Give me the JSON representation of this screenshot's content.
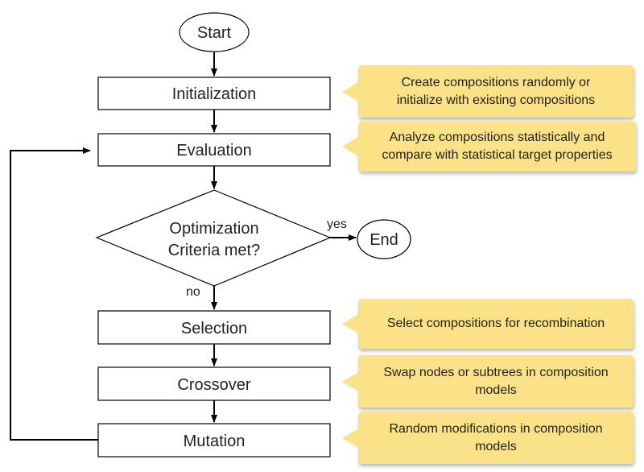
{
  "nodes": {
    "start": "Start",
    "initialization": "Initialization",
    "evaluation": "Evaluation",
    "decision_line1": "Optimization",
    "decision_line2": "Criteria met?",
    "end": "End",
    "selection": "Selection",
    "crossover": "Crossover",
    "mutation": "Mutation"
  },
  "edge_labels": {
    "yes": "yes",
    "no": "no"
  },
  "notes": {
    "initialization_line1": "Create compositions randomly or",
    "initialization_line2": "initialize with existing compositions",
    "evaluation_line1": "Analyze compositions statistically and",
    "evaluation_line2": "compare with statistical target properties",
    "selection": "Select compositions for recombination",
    "crossover_line1": "Swap nodes or subtrees in composition",
    "crossover_line2": "models",
    "mutation_line1": "Random modifications in composition",
    "mutation_line2": "models"
  },
  "colors": {
    "note_fill": "#fbe287",
    "stroke": "#000000"
  }
}
